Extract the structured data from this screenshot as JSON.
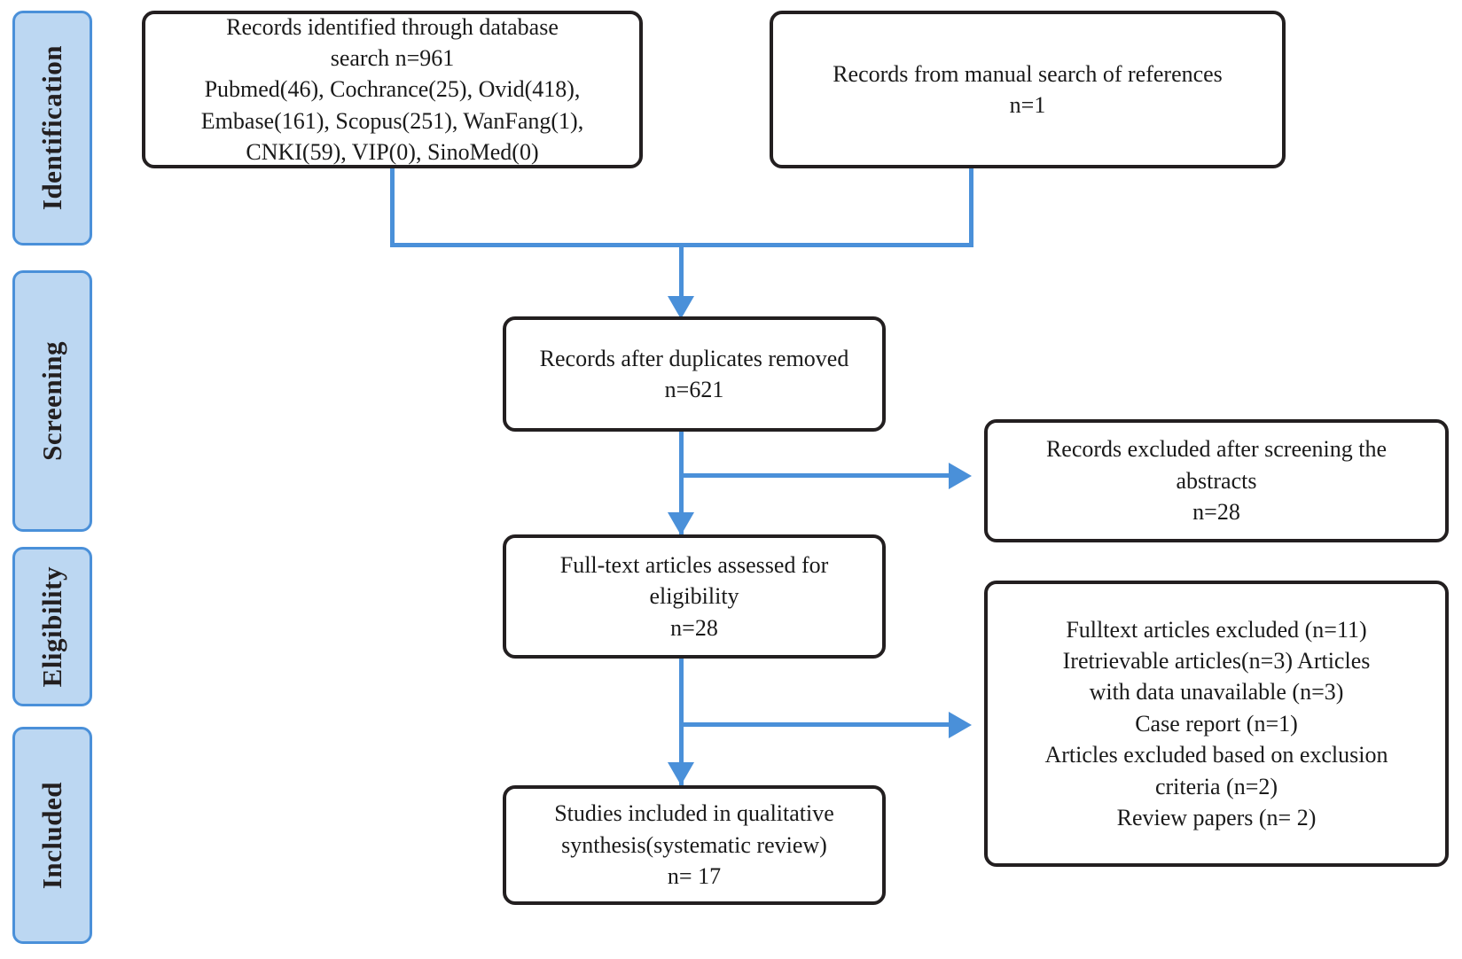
{
  "diagram": {
    "type": "prisma-flow-diagram",
    "accent_color": "#4a90d9",
    "stage_fill": "#bcd7f2",
    "box_border_color": "#231f20",
    "stages": [
      {
        "id": "identification",
        "label": "Identification"
      },
      {
        "id": "screening",
        "label": "Screening"
      },
      {
        "id": "eligibility",
        "label": "Eligibility"
      },
      {
        "id": "included",
        "label": "Included"
      }
    ],
    "nodes": {
      "database_search": {
        "text": "Records identified through database\nsearch n=961\nPubmed(46), Cochrance(25), Ovid(418),\nEmbase(161), Scopus(251), WanFang(1),\nCNKI(59), VIP(0), SinoMed(0)",
        "count": 961,
        "sources": [
          {
            "name": "Pubmed",
            "n": 46
          },
          {
            "name": "Cochrance",
            "n": 25
          },
          {
            "name": "Ovid",
            "n": 418
          },
          {
            "name": "Embase",
            "n": 161
          },
          {
            "name": "Scopus",
            "n": 251
          },
          {
            "name": "WanFang",
            "n": 1
          },
          {
            "name": "CNKI",
            "n": 59
          },
          {
            "name": "VIP",
            "n": 0
          },
          {
            "name": "SinoMed",
            "n": 0
          }
        ]
      },
      "manual_search": {
        "text": "Records from manual search of references\nn=1",
        "count": 1
      },
      "duplicates_removed": {
        "text": "Records after duplicates removed\nn=621",
        "count": 621
      },
      "records_excluded_abstracts": {
        "text": "Records excluded after screening the\nabstracts\nn=28",
        "count": 28
      },
      "fulltext_assessed": {
        "text": "Full-text articles assessed for\neligibility\nn=28",
        "count": 28
      },
      "fulltext_excluded": {
        "text": "Fulltext articles excluded (n=11)\nIretrievable articles(n=3)  Articles\nwith data unavailable (n=3)\nCase report (n=1)\nArticles excluded based on exclusion\ncriteria (n=2)\nReview papers (n= 2)",
        "total": 11,
        "reasons": [
          {
            "label": "Iretrievable articles",
            "n": 3
          },
          {
            "label": "Articles with data unavailable",
            "n": 3
          },
          {
            "label": "Case report",
            "n": 1
          },
          {
            "label": "Articles excluded based on exclusion criteria",
            "n": 2
          },
          {
            "label": "Review papers",
            "n": 2
          }
        ]
      },
      "studies_included": {
        "text": "Studies included in qualitative\nsynthesis(systematic review)\nn= 17",
        "count": 17
      }
    }
  }
}
